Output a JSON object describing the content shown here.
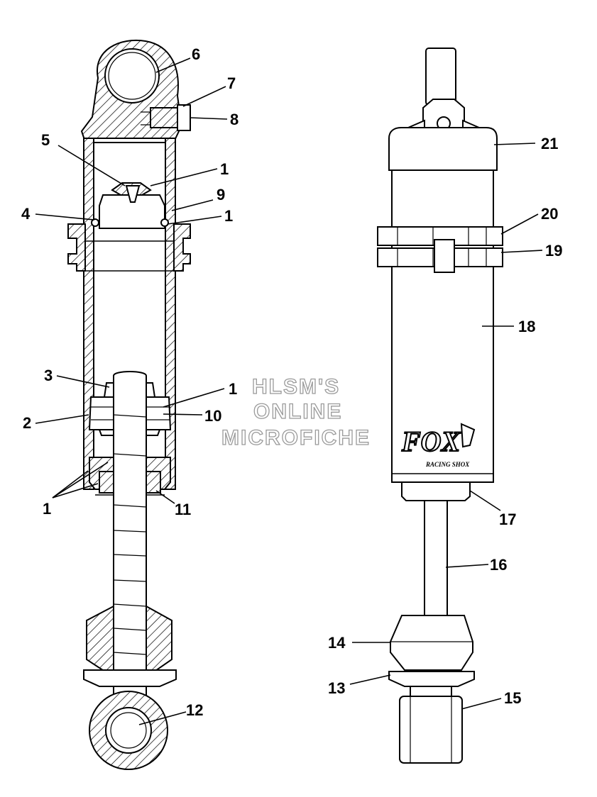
{
  "watermark": {
    "line1": "HLSM'S",
    "line2": "ONLINE",
    "line3": "MICROFICHE"
  },
  "logo": {
    "brand": "FOX",
    "tagline": "RACING SHOX"
  },
  "callouts": {
    "c6": "6",
    "c7": "7",
    "c8": "8",
    "c5": "5",
    "c1a": "1",
    "c9": "9",
    "c4": "4",
    "c1b": "1",
    "c3": "3",
    "c1c": "1",
    "c10": "10",
    "c2": "2",
    "c1d": "1",
    "c11": "11",
    "c12": "12",
    "c21": "21",
    "c20": "20",
    "c19": "19",
    "c18": "18",
    "c17": "17",
    "c16": "16",
    "c14": "14",
    "c13": "13",
    "c15": "15"
  }
}
